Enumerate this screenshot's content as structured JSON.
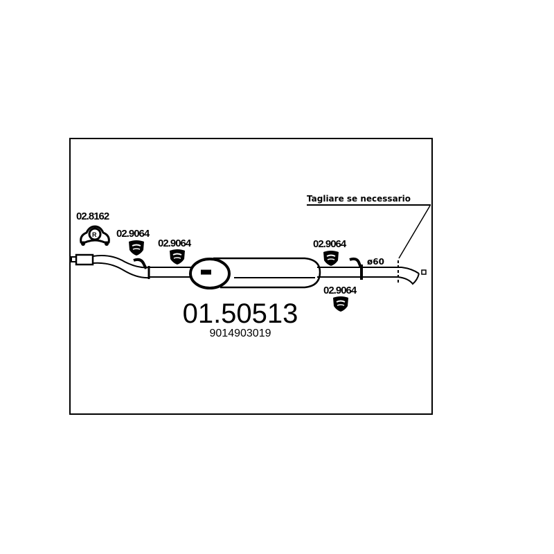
{
  "diagram": {
    "part_number": "01.50513",
    "oem_number": "9014903019",
    "cut_note": "Tagliare se necessario",
    "diameter_label": "ø60",
    "accessories": [
      {
        "code": "02.8162",
        "type": "rubber-mount"
      },
      {
        "code": "02.9064",
        "type": "hanger"
      },
      {
        "code": "02.9064",
        "type": "hanger"
      },
      {
        "code": "02.9064",
        "type": "hanger"
      },
      {
        "code": "02.9064",
        "type": "hanger"
      }
    ]
  }
}
